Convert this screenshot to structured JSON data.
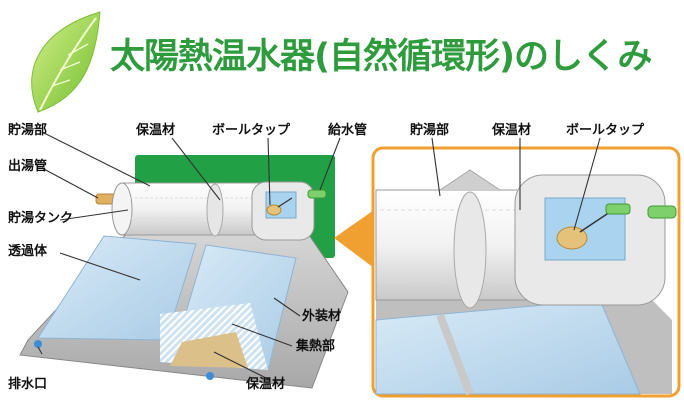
{
  "title": "太陽熱温水器(自然循環形)のしくみ",
  "labels": {
    "left_storage_section": "貯湯部",
    "outlet_pipe": "出湯管",
    "storage_tank": "貯湯タンク",
    "transparent_cover": "透過体",
    "drain_outlet": "排水口",
    "top_insulation": "保温材",
    "top_ball_tap": "ボールタップ",
    "water_supply_pipe": "給水管",
    "exterior_material": "外装材",
    "collector": "集熱部",
    "bottom_insulation": "保温材",
    "zoom_storage_section": "貯湯部",
    "zoom_insulation": "保温材",
    "zoom_ball_tap": "ボールタップ"
  },
  "colors": {
    "title_green": "#2e9b3c",
    "leaf_green": "#8fcf3a",
    "panel_green": "#22a045",
    "zoom_border": "#f0a030",
    "glass_blue": "#bcd9ee",
    "insulation_tan": "#dcc08a"
  }
}
